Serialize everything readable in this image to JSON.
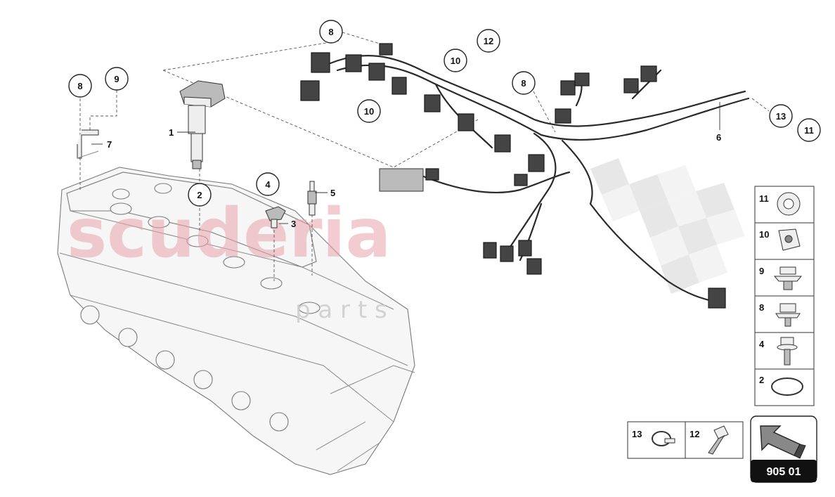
{
  "diagram": {
    "callouts": [
      {
        "id": "c-8-left",
        "label": "8"
      },
      {
        "id": "c-9",
        "label": "9"
      },
      {
        "id": "c-2",
        "label": "2"
      },
      {
        "id": "c-4",
        "label": "4"
      },
      {
        "id": "c-8-top",
        "label": "8"
      },
      {
        "id": "c-12",
        "label": "12"
      },
      {
        "id": "c-10-top",
        "label": "10"
      },
      {
        "id": "c-10-mid",
        "label": "10"
      },
      {
        "id": "c-8-right",
        "label": "8"
      },
      {
        "id": "c-13",
        "label": "13"
      },
      {
        "id": "c-11",
        "label": "11"
      }
    ],
    "part_labels": {
      "p1": "1",
      "p7": "7",
      "p3": "3",
      "p5": "5",
      "p6": "6"
    },
    "watermark": {
      "main": "scuderia",
      "sub": "p a r t s"
    }
  },
  "legend": {
    "column": [
      {
        "num": "11",
        "icon": "grommet-icon"
      },
      {
        "num": "10",
        "icon": "clip-nut-icon"
      },
      {
        "num": "9",
        "icon": "push-clip-icon"
      },
      {
        "num": "8",
        "icon": "collar-bolt-icon"
      },
      {
        "num": "4",
        "icon": "flange-bolt-icon"
      },
      {
        "num": "2",
        "icon": "o-ring-icon"
      }
    ],
    "row": [
      {
        "num": "13",
        "icon": "hose-clamp-icon"
      },
      {
        "num": "12",
        "icon": "torx-bolt-icon"
      }
    ]
  },
  "navigation": {
    "code": "905 01",
    "icon": "arrow-up-left-icon"
  }
}
